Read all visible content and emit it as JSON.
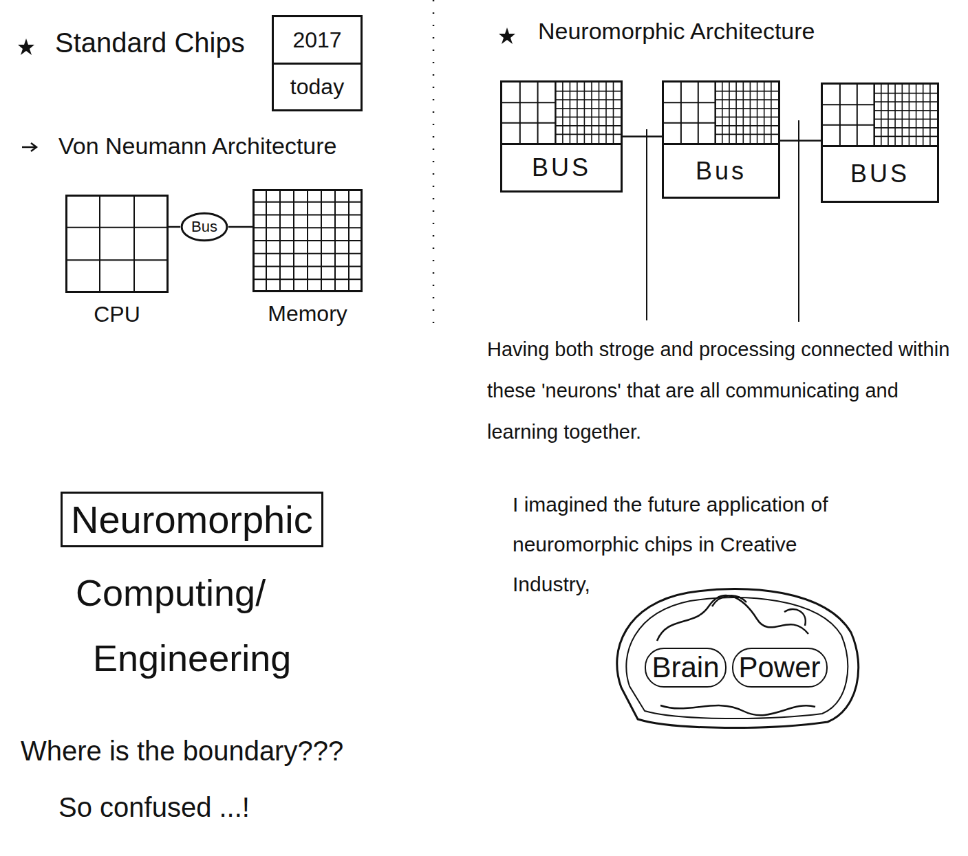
{
  "diagram": {
    "nodes": [
      {
        "text": [
          "2017",
          "today"
        ]
      },
      {
        "text": [
          "CPU"
        ]
      },
      {
        "text": [
          "Bus"
        ]
      },
      {
        "text": [
          "Memory"
        ]
      },
      {
        "text": [
          "BUS"
        ]
      },
      {
        "text": [
          "Bus"
        ]
      },
      {
        "text": [
          "BUS"
        ]
      },
      {
        "text": [
          "Neuromorphic"
        ]
      },
      {
        "text": [
          "Brain",
          "Power"
        ]
      }
    ],
    "edges": [
      {
        "from": 1,
        "to": 2,
        "arrow": "none"
      },
      {
        "from": 2,
        "to": 3,
        "arrow": "none"
      },
      {
        "from": 4,
        "to": 5,
        "arrow": "none"
      },
      {
        "from": 5,
        "to": 6,
        "arrow": "none"
      }
    ],
    "labels": [
      "Standard Chips",
      "Von Neumann Architecture",
      "Neuromorphic Architecture",
      "Having both stroge and processing connected within these 'neurons' that are all communicating and learning together.",
      "I imagined the future application of neuromorphic chips in Creative Industry,",
      "Computing/",
      "Engineering",
      "Where is the boundary???",
      "So confused ...!"
    ]
  }
}
